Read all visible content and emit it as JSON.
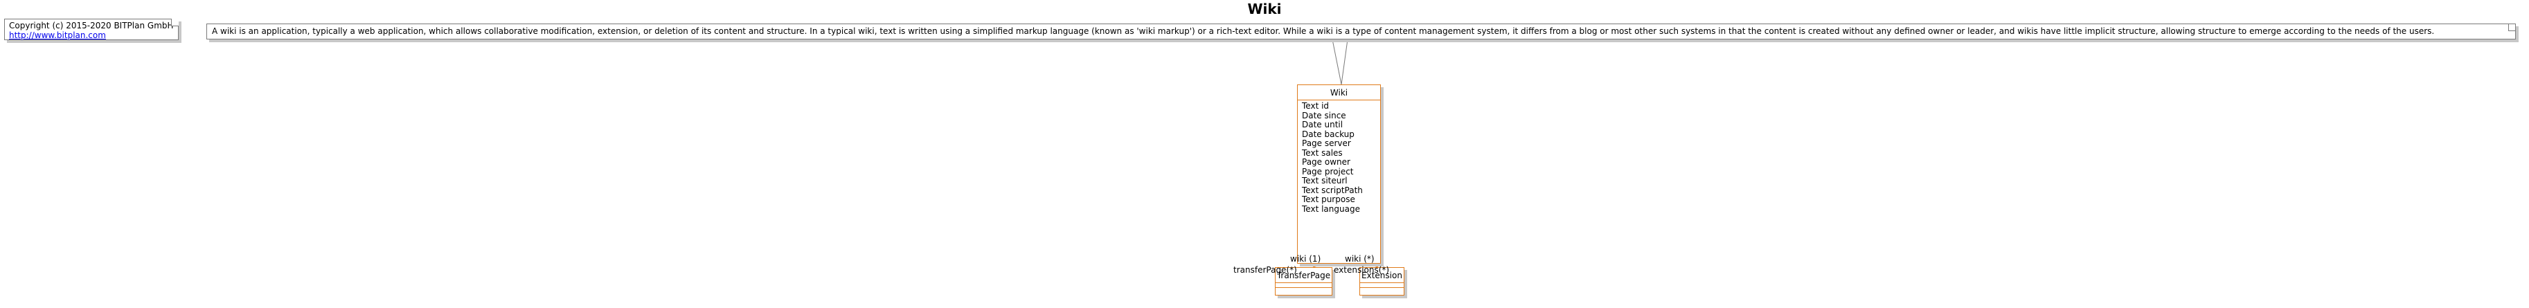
{
  "diagram": {
    "title": "Wiki",
    "copyright_note": {
      "text": "Copyright (c) 2015-2020 BITPlan GmbH",
      "link": "http://www.bitplan.com"
    },
    "description_note": "A wiki is an application, typically a web application, which allows collaborative modification, extension, or deletion of its content and structure. In a typical wiki, text is written using a simplified markup language (known as 'wiki markup') or a rich-text editor. While a wiki is a type of content management system, it differs from a blog or most other such systems in that the content is created without any defined owner or leader, and wikis have little implicit structure, allowing structure to emerge according to the needs of the users.",
    "classes": {
      "wiki": {
        "name": "Wiki",
        "attributes": [
          "Text id",
          "Date since",
          "Date until",
          "Date backup",
          "Page server",
          "Text sales",
          "Page owner",
          "Page project",
          "Text siteurl",
          "Text scriptPath",
          "Text purpose",
          "Text language"
        ]
      },
      "transfer_page": {
        "name": "TransferPage"
      },
      "extension": {
        "name": "Extension"
      }
    },
    "associations": {
      "transfer": {
        "source_role": "wiki (1)",
        "target_role": "transferPage(*)"
      },
      "extension": {
        "source_role": "wiki (*)",
        "target_role": "extensions(*)"
      }
    },
    "colors": {
      "class_border": "#e07b1a",
      "note_border": "#7a7a7a",
      "shadow": "#c8c8c8",
      "link": "#0000ee"
    }
  }
}
